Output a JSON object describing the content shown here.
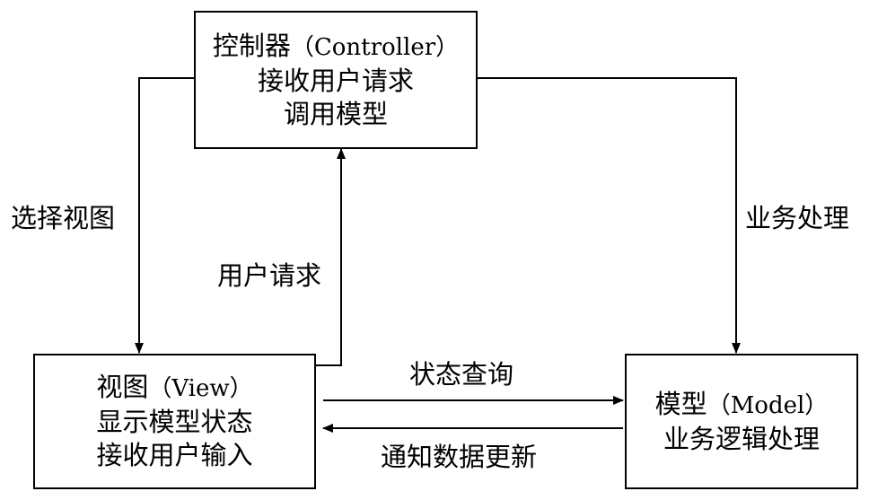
{
  "controller": {
    "title_cn": "控制器",
    "title_en": "（Controller）",
    "line2": "接收用户请求",
    "line3": "调用模型"
  },
  "view": {
    "title_cn": "视图",
    "title_en": "（View）",
    "line2": "显示模型状态",
    "line3": "接收用户输入"
  },
  "model": {
    "title_cn": "模型",
    "title_en": "（Model）",
    "line2": "业务逻辑处理"
  },
  "edges": {
    "select_view": "选择视图",
    "user_request": "用户请求",
    "business_processing": "业务处理",
    "state_query": "状态查询",
    "notify_update": "通知数据更新"
  }
}
